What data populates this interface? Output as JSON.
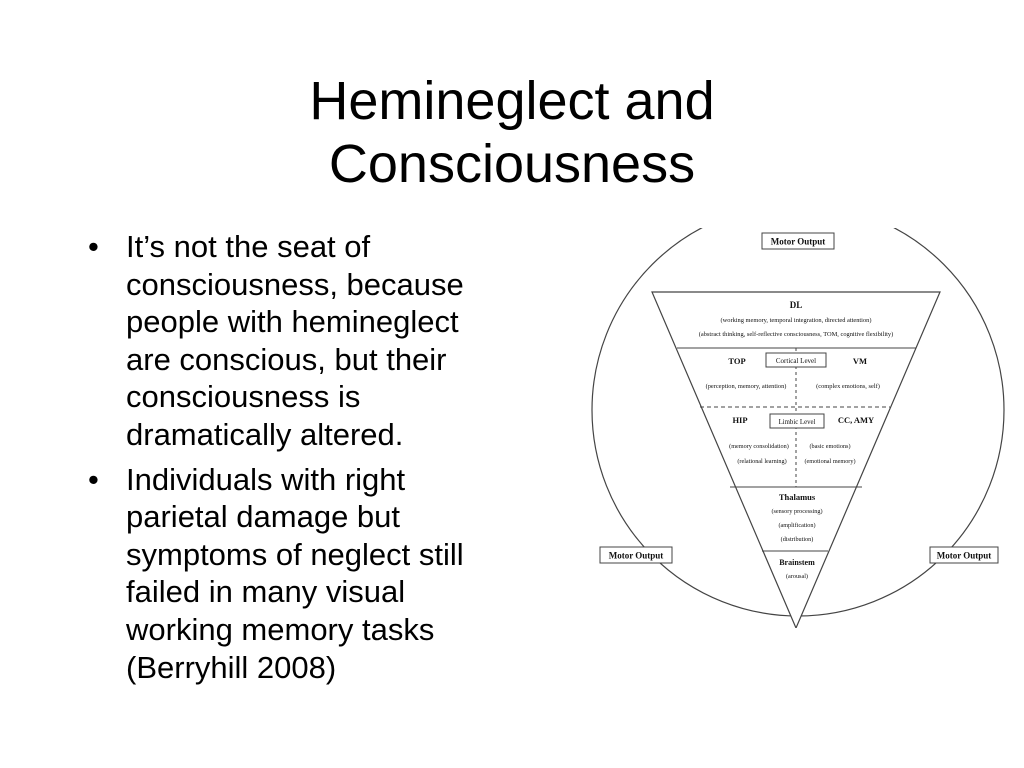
{
  "slide": {
    "title_lines": [
      "Hemineglect and",
      "Consciousness"
    ]
  },
  "bullets": [
    {
      "lines": [
        "It’s not the seat of",
        "consciousness, because",
        "people with hemineglect",
        "are conscious, but their",
        "consciousness is",
        "dramatically altered."
      ]
    },
    {
      "lines": [
        "Individuals with right",
        "parietal damage but",
        "symptoms of neglect still",
        "failed in many visual",
        "working memory tasks",
        "(Berryhill 2008)"
      ]
    }
  ],
  "diagram": {
    "motor_output_top": "Motor Output",
    "motor_output_left": "Motor Output",
    "motor_output_right": "Motor Output",
    "dl": {
      "title": "DL",
      "line1": "(working memory, temporal integration, directed attention)",
      "line2": "(abstract thinking, self-reflective consciousness, TOM, cognitive flexibility)"
    },
    "cortical": {
      "left_title": "TOP",
      "level_label": "Cortical Level",
      "right_title": "VM",
      "left_desc": "(perception, memory, attention)",
      "right_desc": "(complex emotions, self)"
    },
    "limbic": {
      "left_title": "HIP",
      "level_label": "Limbic Level",
      "right_title": "CC, AMY",
      "left_desc1": "(memory consolidation)",
      "left_desc2": "(relational learning)",
      "right_desc1": "(basic emotions)",
      "right_desc2": "(emotional memory)"
    },
    "thalamus": {
      "title": "Thalamus",
      "line1": "(sensory processing)",
      "line2": "(amplification)",
      "line3": "(distribution)"
    },
    "brainstem": {
      "title": "Brainstem",
      "line1": "(arousal)"
    }
  }
}
